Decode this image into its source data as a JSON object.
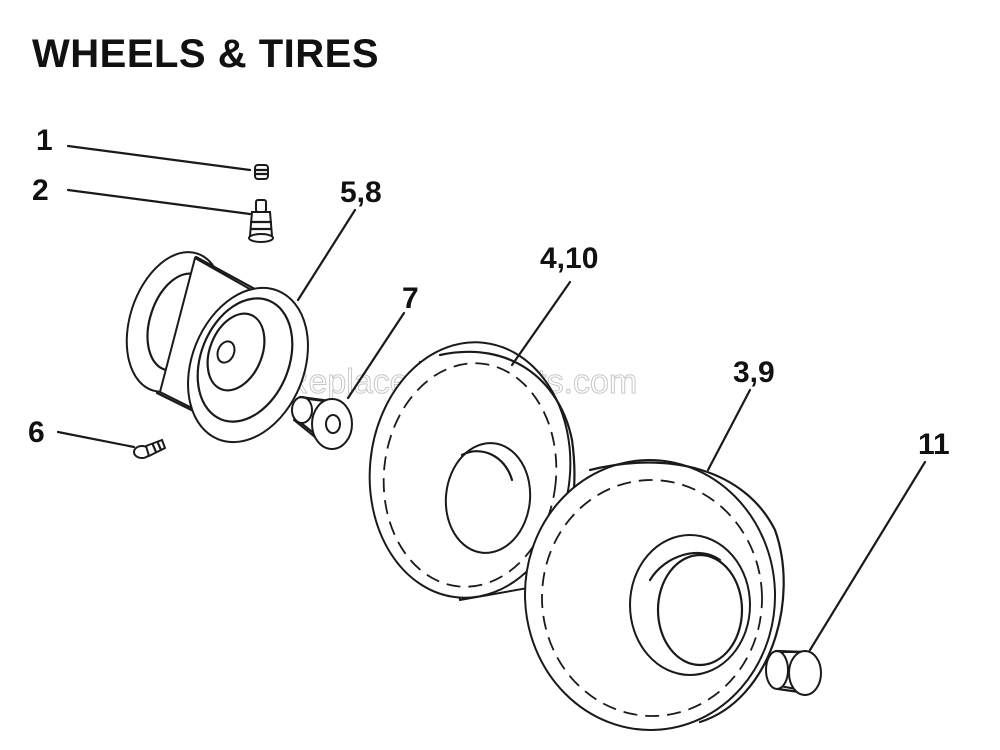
{
  "title": "WHEELS & TIRES",
  "watermark": "eReplacementParts.com",
  "callouts": [
    {
      "id": "c1",
      "label": "1"
    },
    {
      "id": "c2",
      "label": "2"
    },
    {
      "id": "c58",
      "label": "5,8"
    },
    {
      "id": "c410",
      "label": "4,10"
    },
    {
      "id": "c7",
      "label": "7"
    },
    {
      "id": "c39",
      "label": "3,9"
    },
    {
      "id": "c6",
      "label": "6"
    },
    {
      "id": "c11",
      "label": "11"
    }
  ]
}
